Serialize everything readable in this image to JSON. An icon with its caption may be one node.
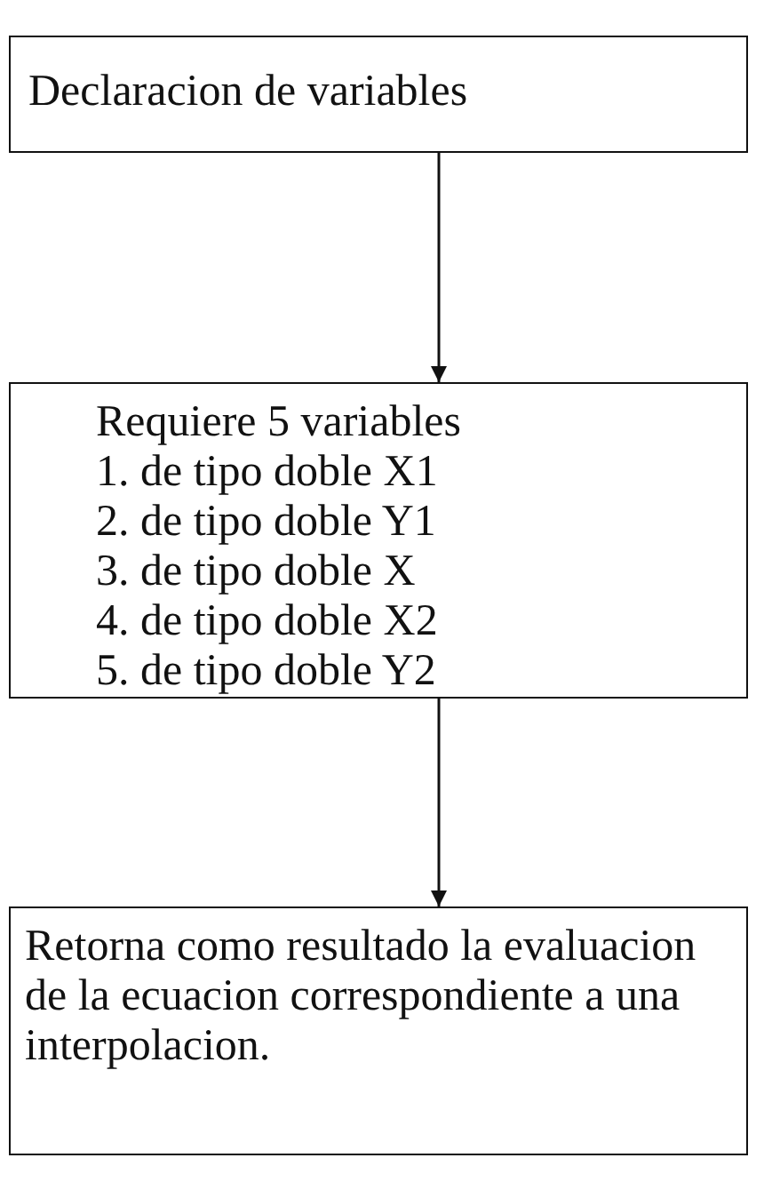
{
  "diagram": {
    "nodes": [
      {
        "text": [
          "Declaracion de variables"
        ]
      },
      {
        "text": [
          "Requiere 5 variables",
          "1. de tipo doble X1",
          "2. de tipo doble Y1",
          "3. de tipo doble X",
          "4. de tipo doble X2",
          "5. de tipo doble Y2"
        ]
      },
      {
        "text": [
          "Retorna como resultado la evaluacion de la ecuacion correspondiente a una interpolacion."
        ]
      }
    ],
    "edges": [
      {
        "from": 0,
        "to": 1,
        "arrow": "to"
      },
      {
        "from": 1,
        "to": 2,
        "arrow": "to"
      }
    ]
  }
}
